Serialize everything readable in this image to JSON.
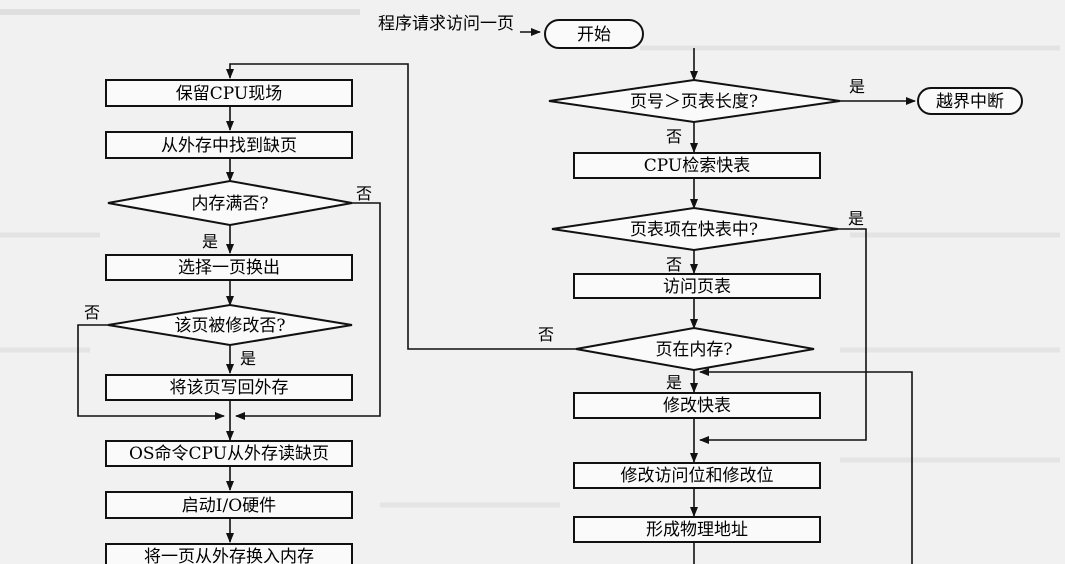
{
  "nodes": {
    "entry_label": "程序请求访问一页",
    "start": "开始",
    "check_page_len": "页号＞页表长度?",
    "out_of_bounds": "越界中断",
    "cpu_search_tlb": "CPU检索快表",
    "in_tlb": "页表项在快表中?",
    "access_page_table": "访问页表",
    "in_memory": "页在内存?",
    "modify_tlb": "修改快表",
    "modify_bits": "修改访问位和修改位",
    "physical_addr": "形成物理地址",
    "save_cpu": "保留CPU现场",
    "find_page": "从外存中找到缺页",
    "mem_full": "内存满否?",
    "select_page": "选择一页换出",
    "modified": "该页被修改否?",
    "write_back": "将该页写回外存",
    "os_read": "OS命令CPU从外存读缺页",
    "start_io": "启动I/O硬件",
    "swap_in": "将一页从外存换入内存"
  },
  "edge_labels": {
    "yes": "是",
    "no": "否"
  }
}
